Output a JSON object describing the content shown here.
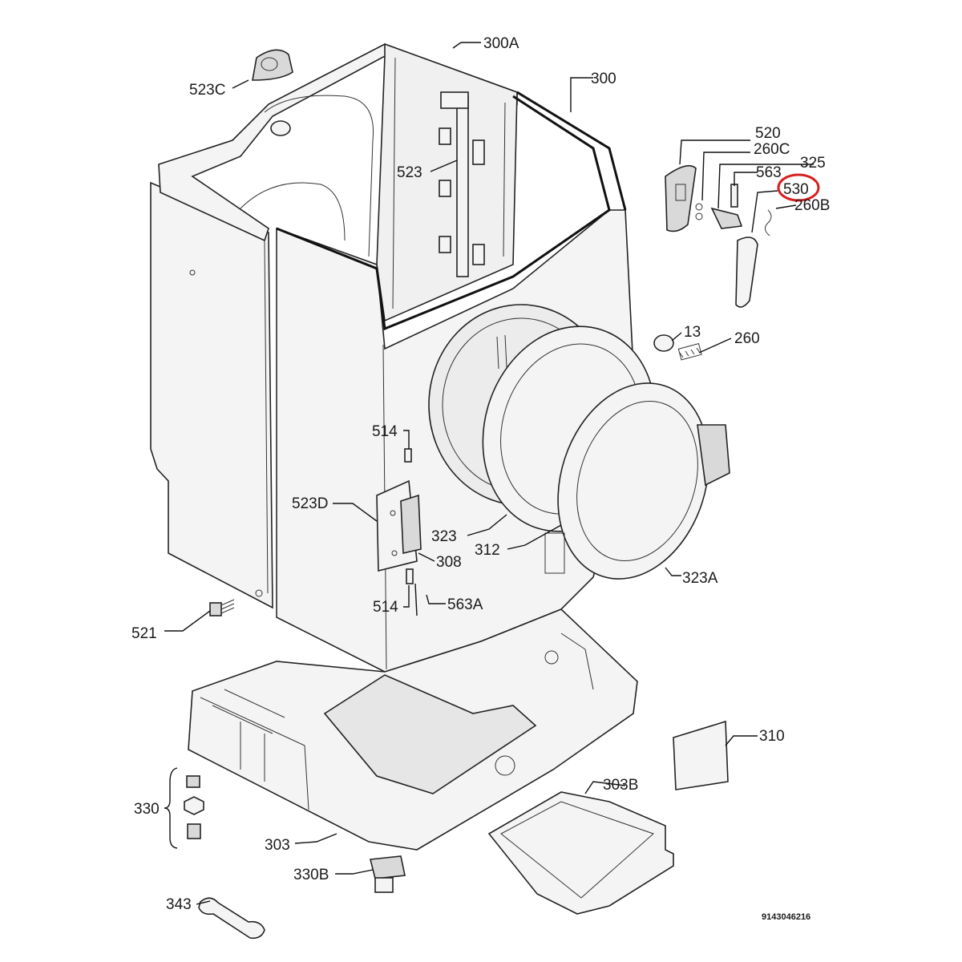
{
  "diagram": {
    "document_id": "9143046216",
    "highlight_color": "#d62020",
    "highlighted_label": "530",
    "labels": {
      "l300A": "300A",
      "l300": "300",
      "l523C": "523C",
      "l523": "523",
      "l520": "520",
      "l260C": "260C",
      "l325": "325",
      "l563": "563",
      "l530": "530",
      "l260B": "260B",
      "l13": "13",
      "l260": "260",
      "l514a": "514",
      "l523D": "523D",
      "l323": "323",
      "l312": "312",
      "l308": "308",
      "l514b": "514",
      "l563A": "563A",
      "l323A": "323A",
      "l521": "521",
      "l310": "310",
      "l303B": "303B",
      "l330": "330",
      "l303": "303",
      "l330B": "330B",
      "l343": "343"
    }
  }
}
